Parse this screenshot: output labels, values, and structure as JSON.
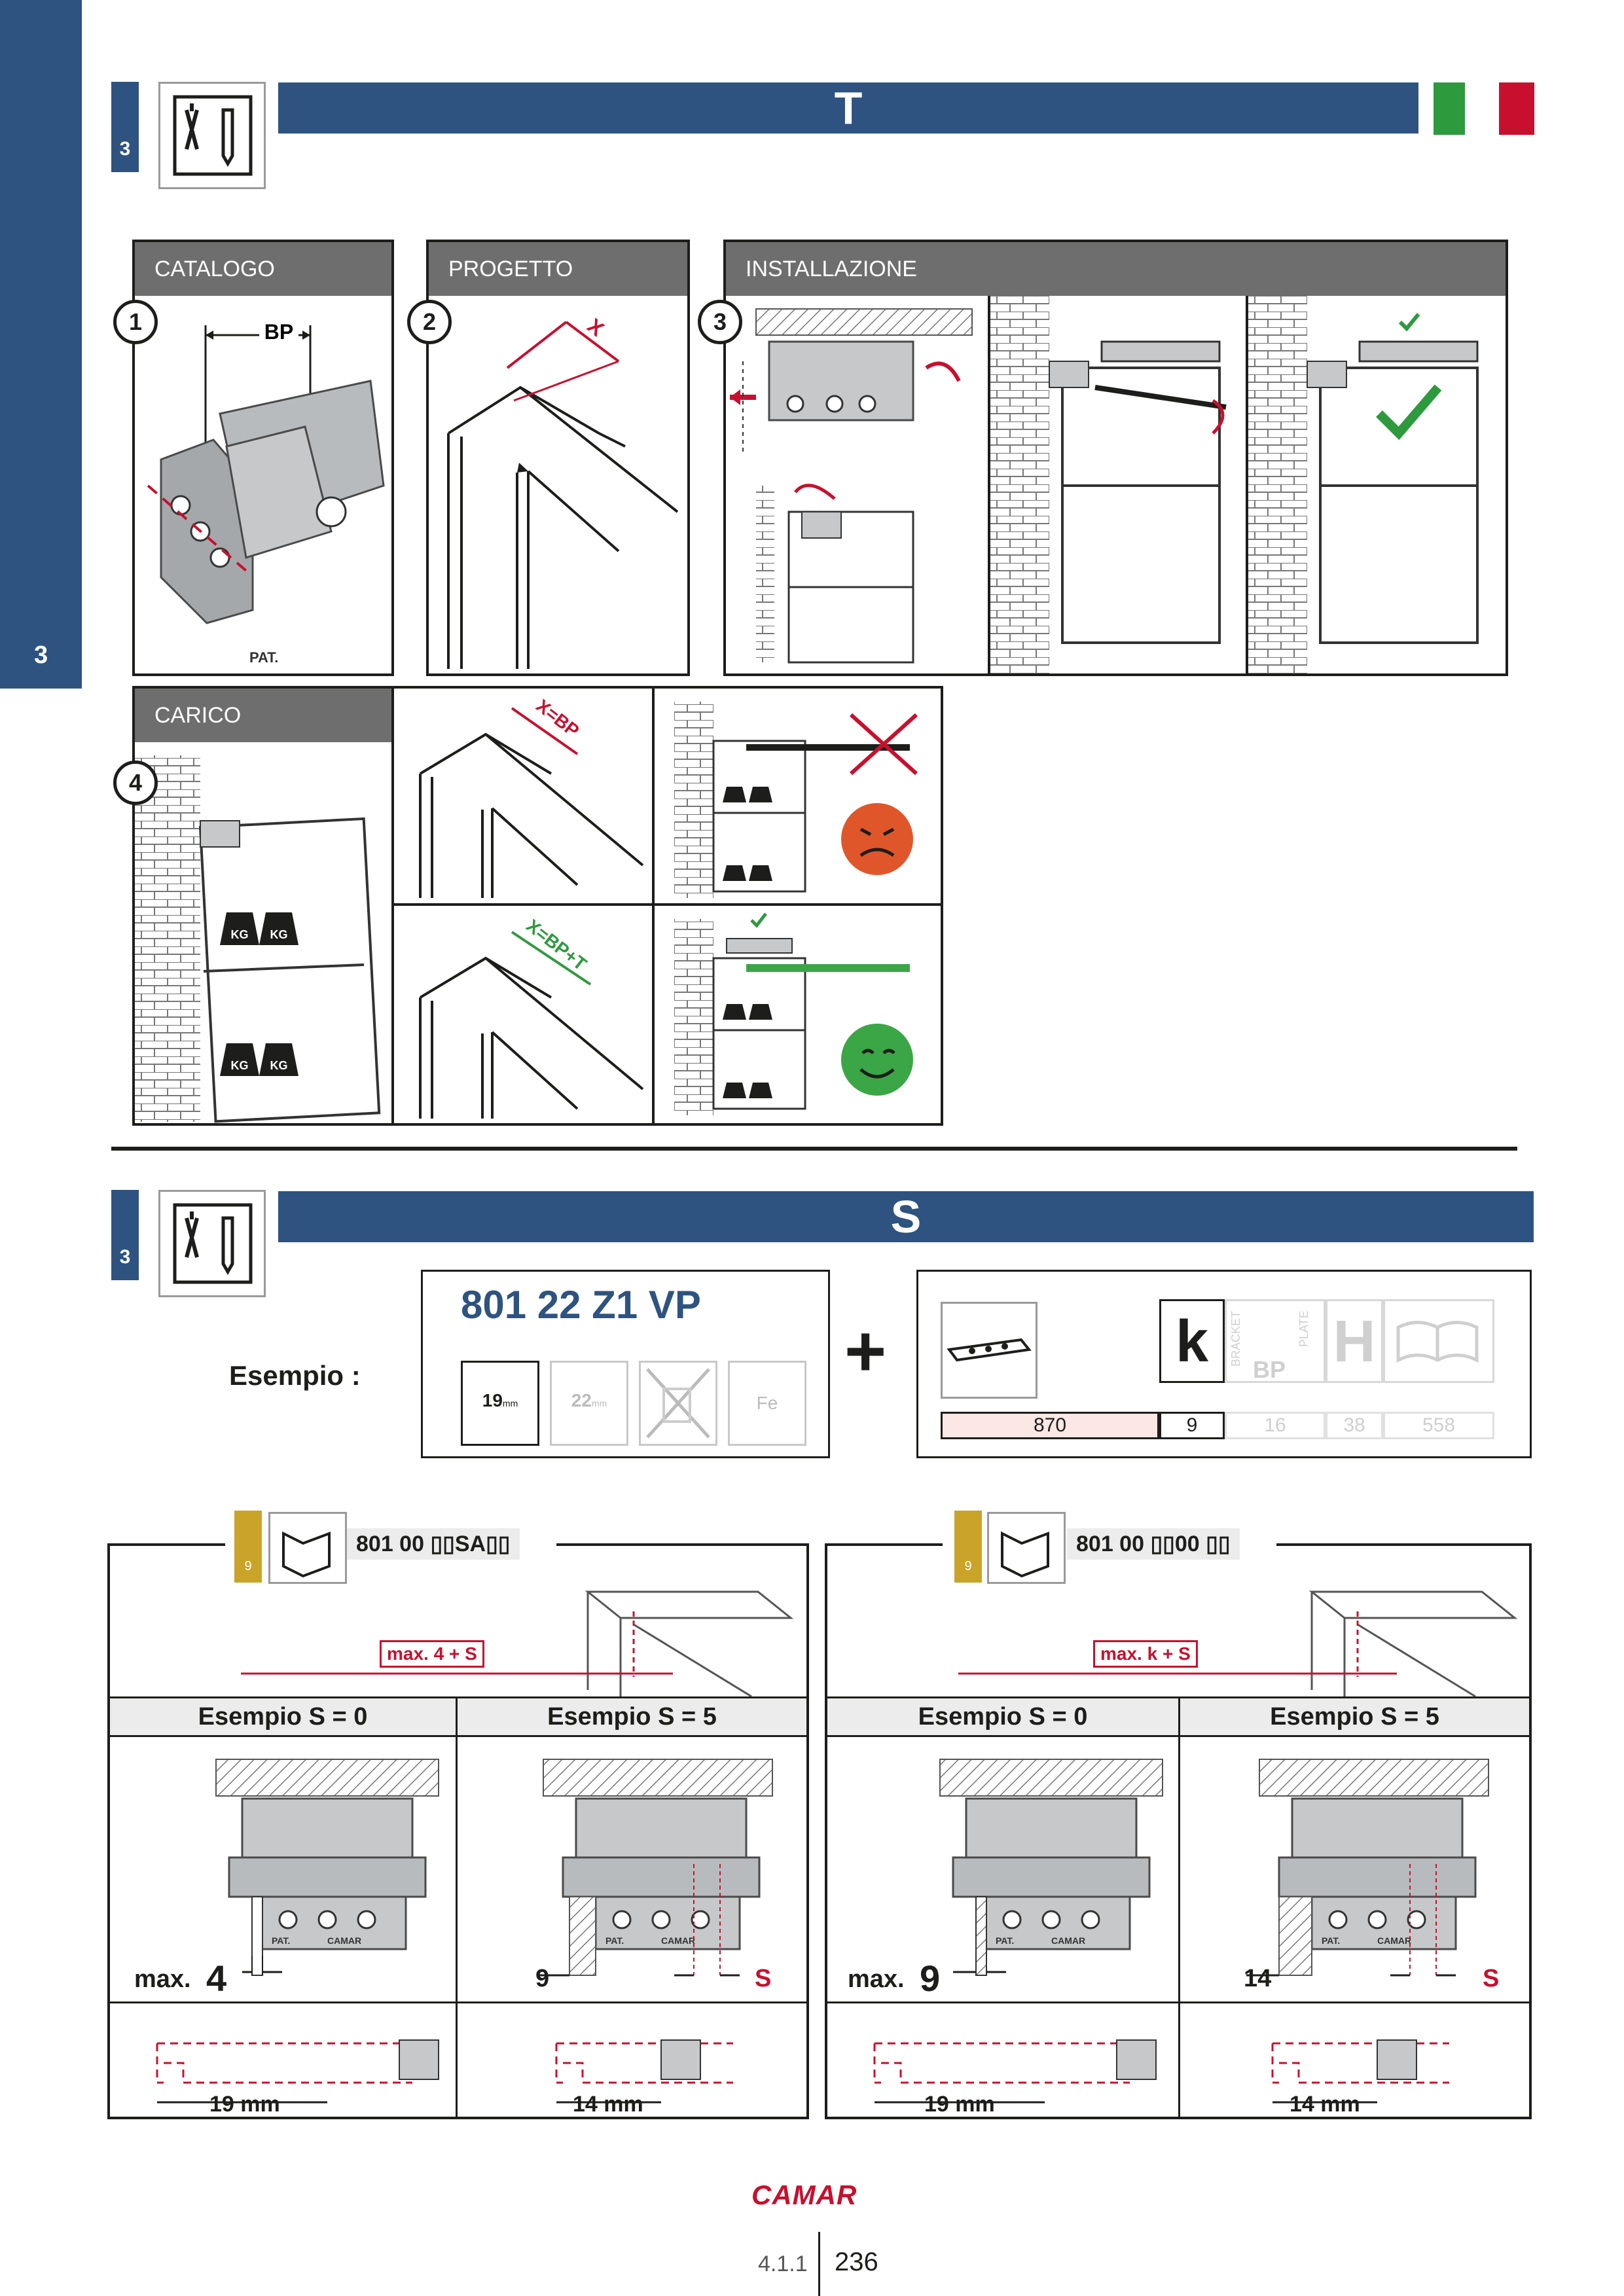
{
  "sidebar": {
    "number": "3"
  },
  "section_t": {
    "badge": "3",
    "title": "T",
    "flag_colors": [
      "#2e9a3e",
      "#ffffff",
      "#c8102e"
    ],
    "panels": [
      {
        "label": "CATALOGO",
        "step": "1",
        "dim_label": "BP",
        "pat": "PAT."
      },
      {
        "label": "PROGETTO",
        "step": "2",
        "dim_label": "X"
      },
      {
        "label": "INSTALLAZIONE",
        "step": "3"
      }
    ],
    "carico": {
      "label": "CARICO",
      "step": "4",
      "weight": "KG",
      "bad_dim": "X=BP",
      "good_dim": "X=BP+T"
    }
  },
  "section_s": {
    "badge": "3",
    "title": "S",
    "esempio_label": "Esempio :",
    "product": {
      "code": "801 22 Z1 VP",
      "icons": [
        "19",
        "mm",
        "22",
        "mm",
        "Fe"
      ]
    },
    "plus": "+",
    "spec_table": {
      "headers": [
        "k",
        "BRACKET",
        "PLATE",
        "BP",
        "H"
      ],
      "values": [
        "870",
        "9",
        "16",
        "38",
        "558"
      ]
    },
    "columns": [
      {
        "tag": "9",
        "code": "801 00 ▯▯SA▯▯",
        "max_label": "max. 4 + S",
        "examples": [
          {
            "head": "Esempio S = 0",
            "max_word": "max.",
            "max_val": "4",
            "mm": "19  mm"
          },
          {
            "head": "Esempio S = 5",
            "left_val": "9",
            "s_label": "S",
            "mm": "14  mm"
          }
        ]
      },
      {
        "tag": "9",
        "code": "801 00 ▯▯00 ▯▯",
        "max_label": "max. k + S",
        "examples": [
          {
            "head": "Esempio  S = 0",
            "max_word": "max.",
            "max_val": "9",
            "mm": "19  mm"
          },
          {
            "head": "Esempio  S = 5",
            "left_val": "14",
            "s_label": "S",
            "mm": "14  mm"
          }
        ]
      }
    ],
    "pat": "PAT.",
    "brand_small": "CAMAR"
  },
  "footer": {
    "brand": "CAMAR",
    "section": "4.1.1",
    "page": "236"
  }
}
